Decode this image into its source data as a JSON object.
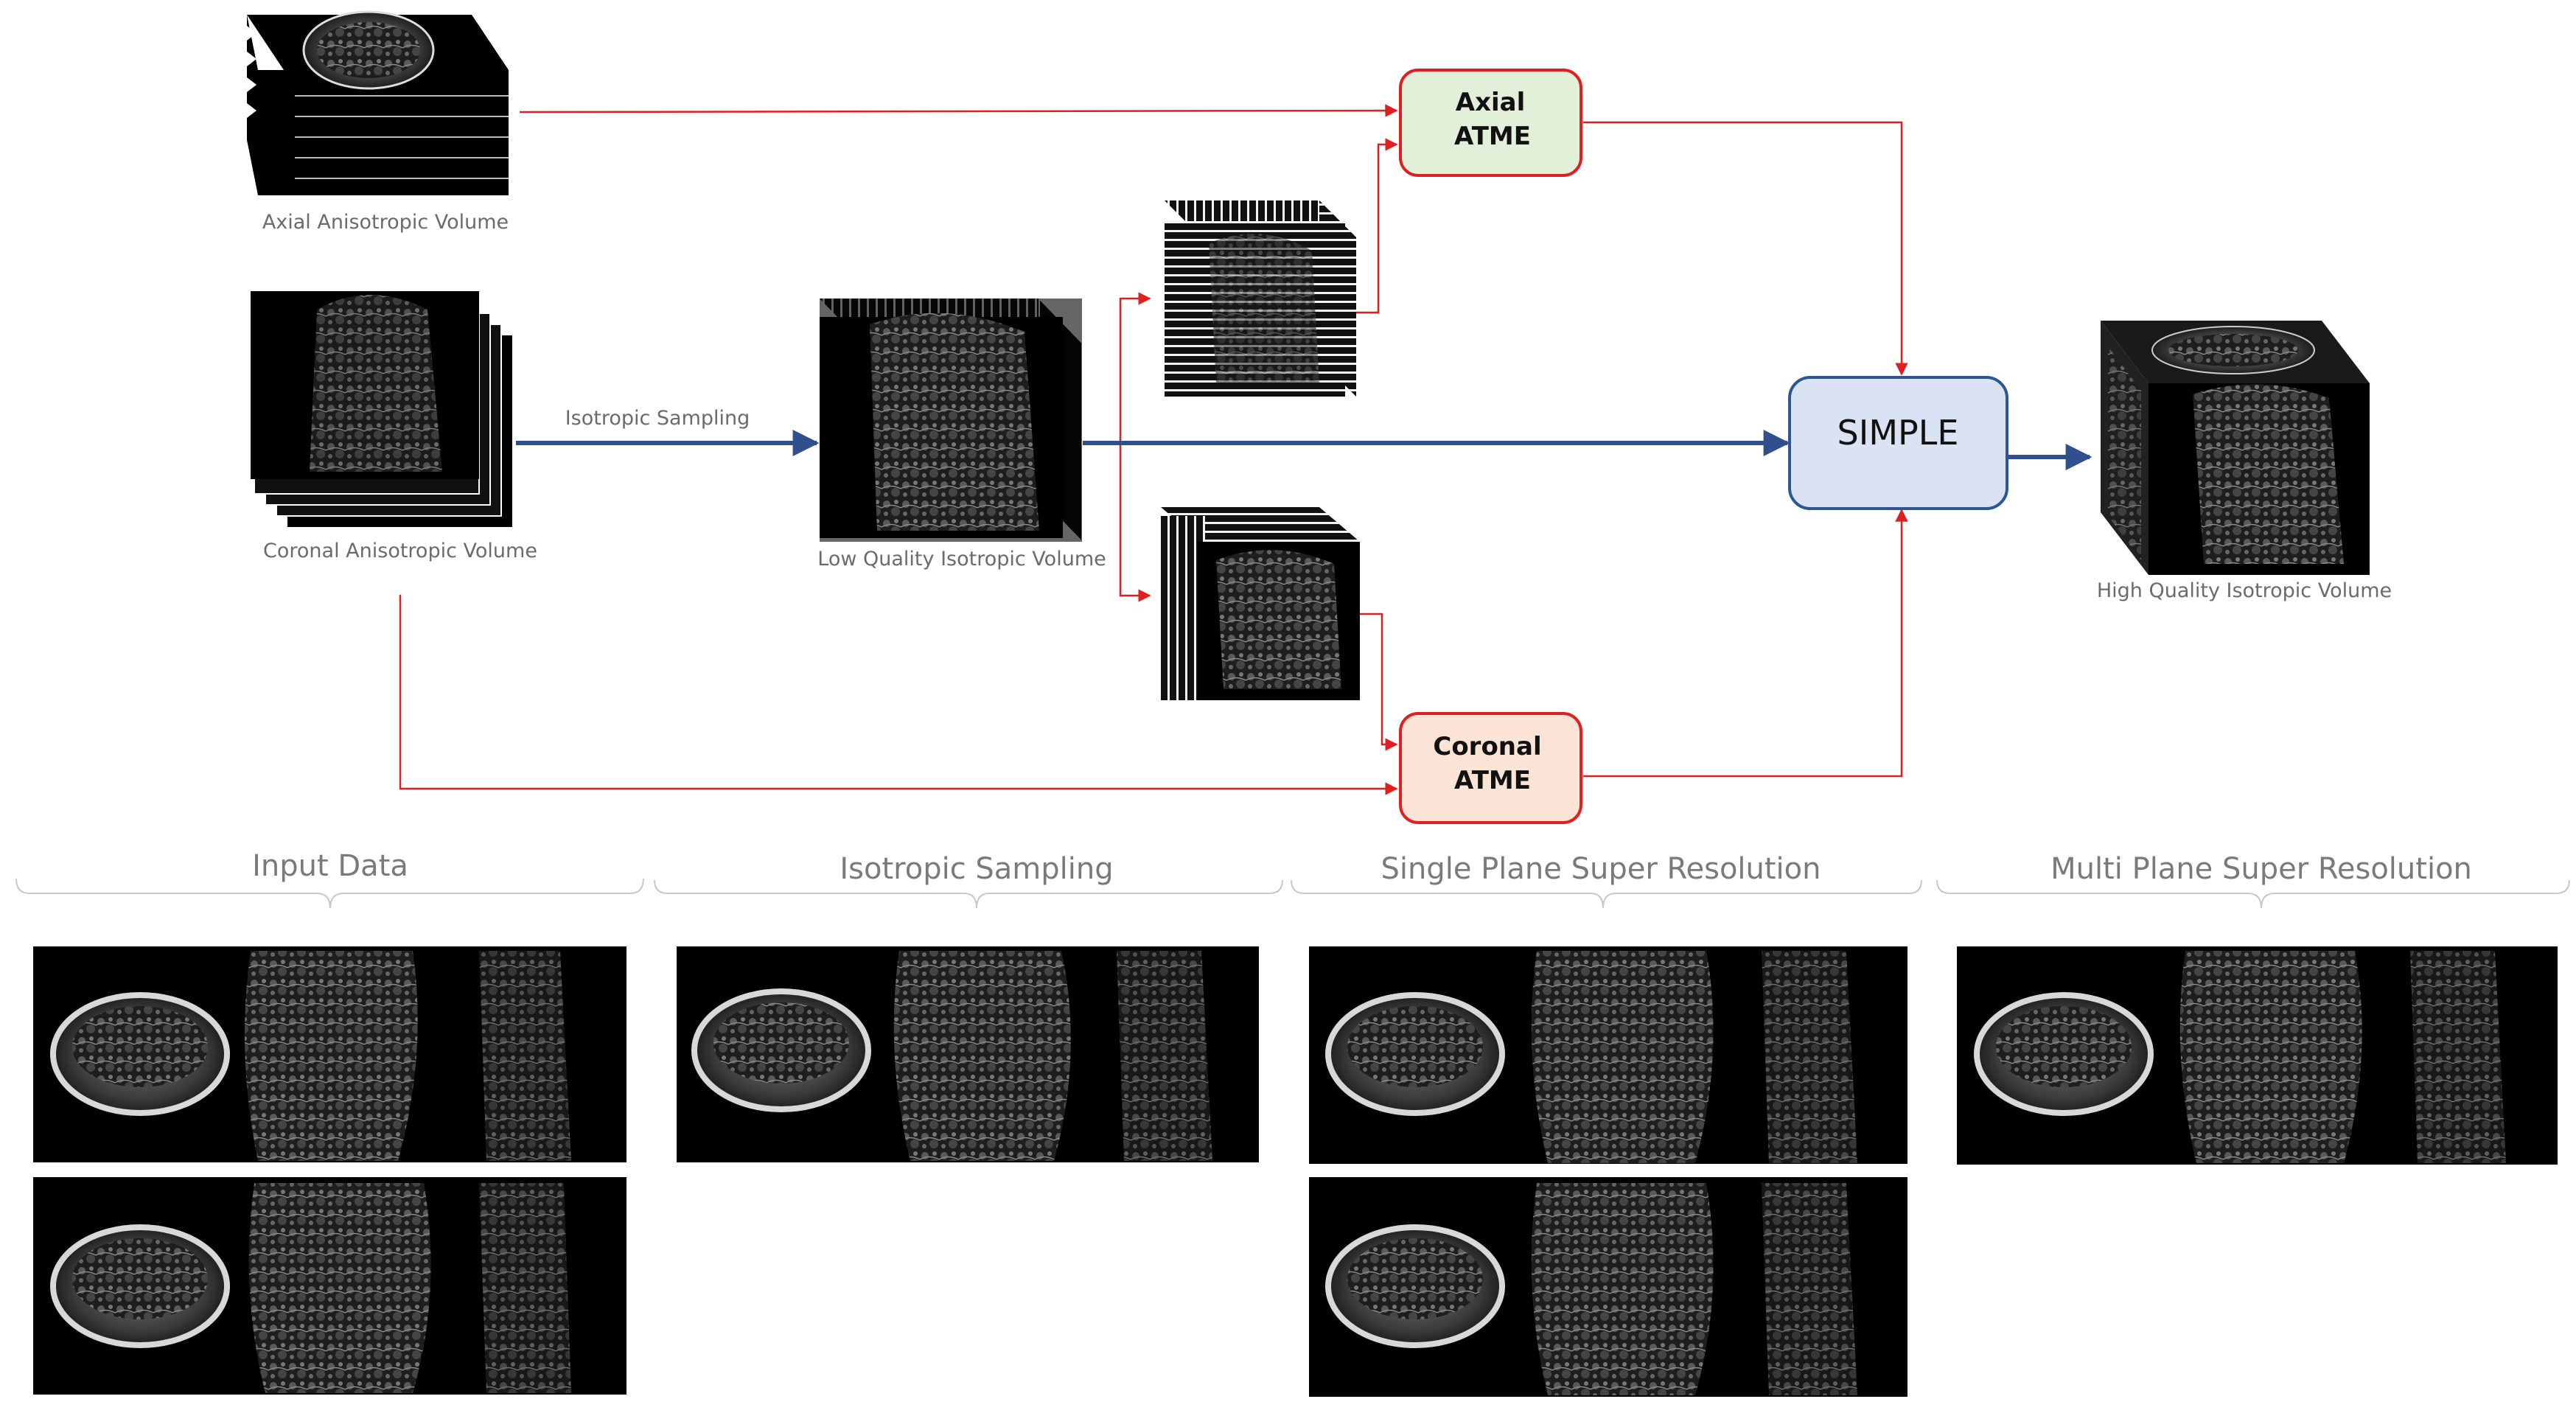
{
  "colors": {
    "red_arrow": "#e02020",
    "blue_arrow": "#2f4f8f",
    "axial_box_fill": "#e2f0d9",
    "coronal_box_fill": "#fbe3d6",
    "simple_box_fill": "#dae3f3",
    "simple_box_stroke": "#2f5597",
    "bracket": "#c8c8c8"
  },
  "labels": {
    "axial_volume": "Axial Anisotropic Volume",
    "coronal_volume": "Coronal Anisotropic Volume",
    "isotropic_sampling": "Isotropic Sampling",
    "low_quality": "Low Quality Isotropic Volume",
    "high_quality": "High Quality Isotropic Volume"
  },
  "boxes": {
    "axial_atme": [
      "Axial",
      "ATME"
    ],
    "coronal_atme": [
      "Coronal",
      "ATME"
    ],
    "simple": "SIMPLE"
  },
  "sections": [
    "Input Data",
    "Isotropic Sampling",
    "Single Plane Super Resolution",
    "Multi Plane Super Resolution"
  ]
}
